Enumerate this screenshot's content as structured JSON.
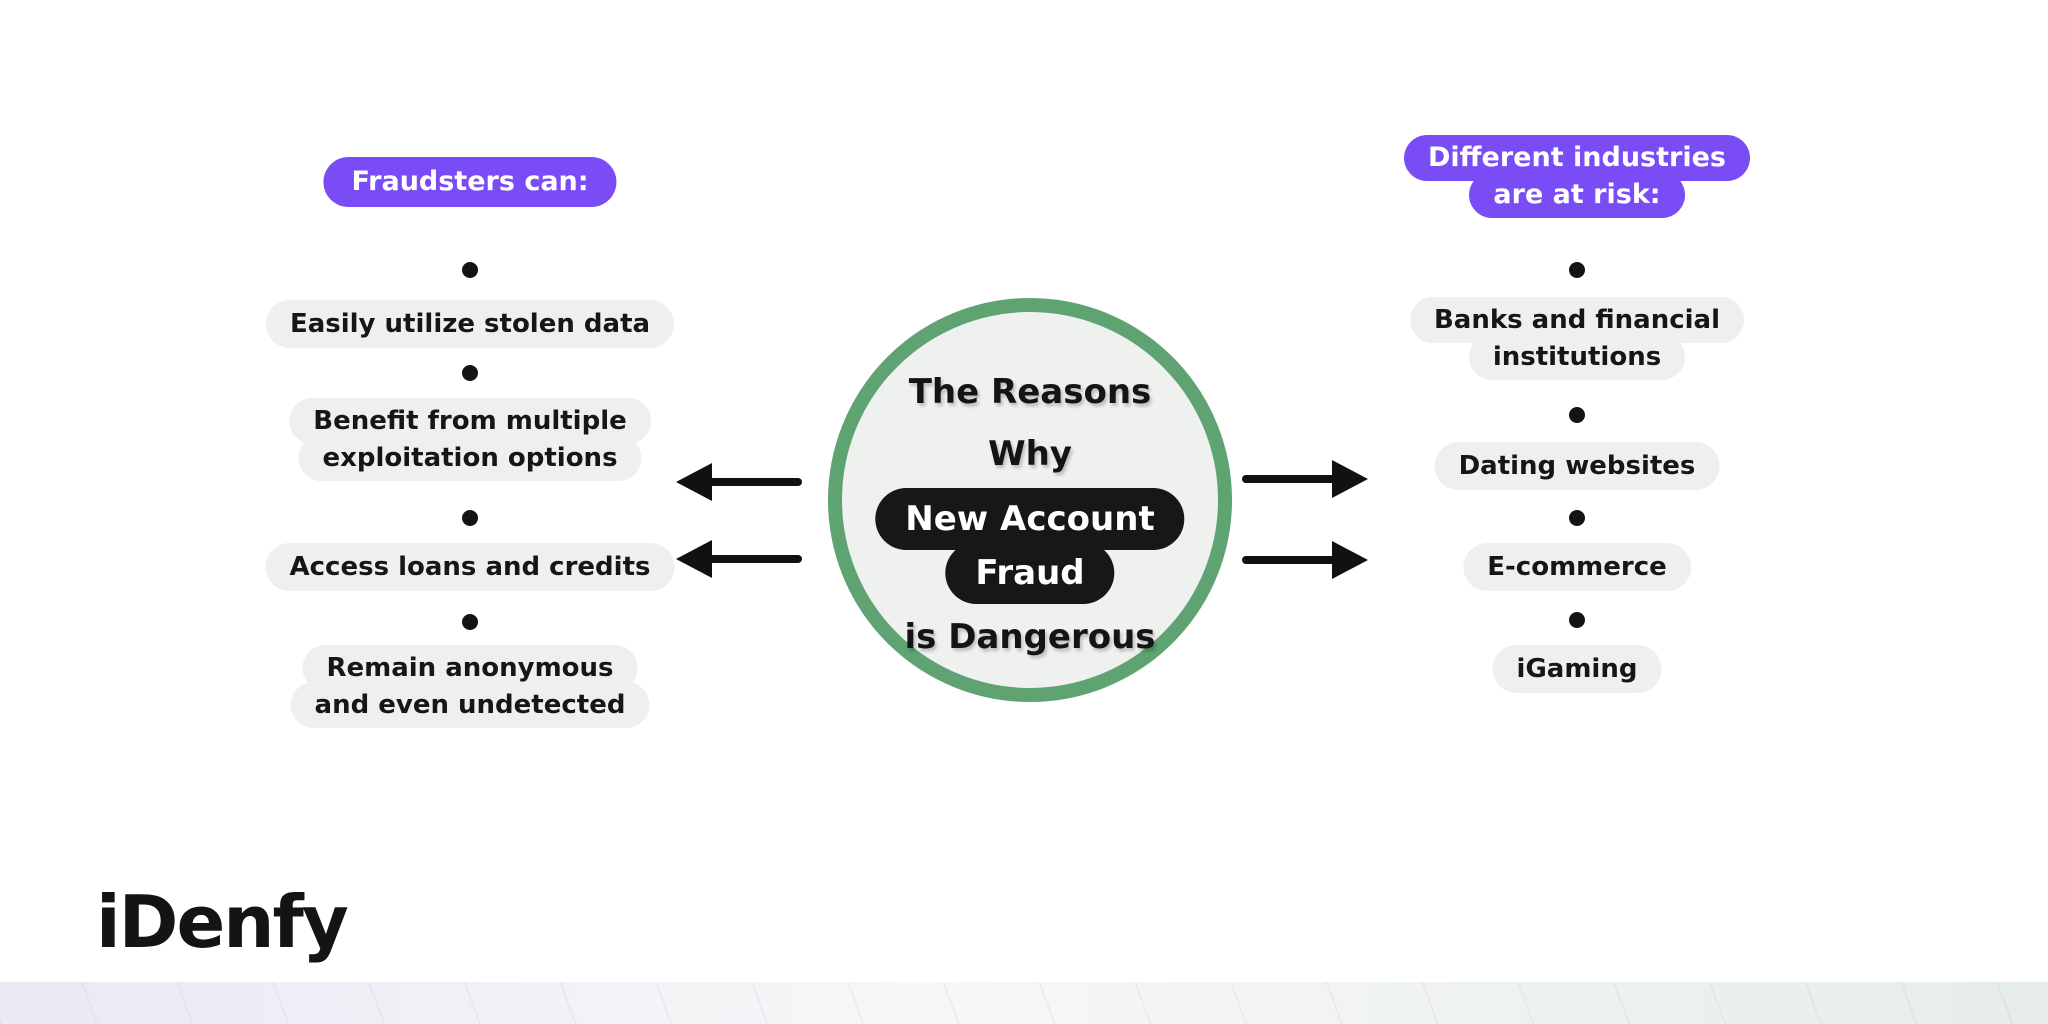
{
  "title": "The Reasons Why New Account Fraud is Dangerous",
  "colors": {
    "accent_purple": "#7a4cf5",
    "pill_gray": "#efefef",
    "circle_green": "#5fa373",
    "circle_fill": "#eff1ef",
    "badge_black": "#171717",
    "text_black": "#161616",
    "footer_gradient_left": "#eae9f4",
    "footer_gradient_right": "#e6ede8"
  },
  "left_column": {
    "header_label": "Fraudsters can:",
    "items": [
      {
        "lines": [
          "Easily utilize stolen data"
        ]
      },
      {
        "lines": [
          "Benefit from multiple",
          "exploitation options"
        ]
      },
      {
        "lines": [
          "Access loans and credits"
        ]
      },
      {
        "lines": [
          "Remain anonymous",
          "and even undetected"
        ]
      }
    ]
  },
  "center": {
    "top_lines": [
      "The Reasons",
      "Why"
    ],
    "badge_lines": [
      "New Account",
      "Fraud"
    ],
    "bottom_line": "is Dangerous"
  },
  "right_column": {
    "header_lines": [
      "Different industries",
      "are at risk:"
    ],
    "items": [
      {
        "lines": [
          "Banks and financial",
          "institutions"
        ]
      },
      {
        "lines": [
          "Dating websites"
        ]
      },
      {
        "lines": [
          "E-commerce"
        ]
      },
      {
        "lines": [
          "iGaming"
        ]
      }
    ]
  },
  "footer": {
    "logo_text": "iDenfy"
  }
}
